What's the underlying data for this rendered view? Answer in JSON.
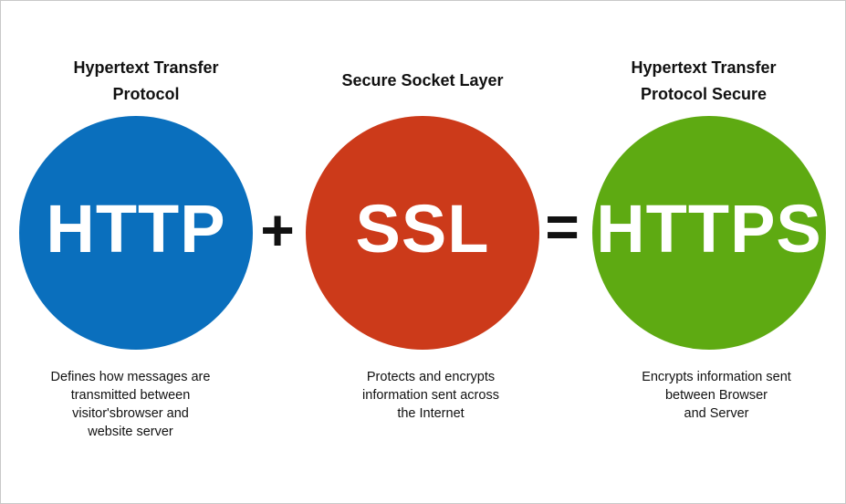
{
  "colors": {
    "http": "#0a6fbd",
    "ssl": "#cc3a1a",
    "https": "#5eaa12"
  },
  "http": {
    "heading": "Hypertext Transfer\nProtocol",
    "label": "HTTP",
    "description": "Defines how messages are\ntransmitted between\nvisitor'sbrowser and\nwebsite server"
  },
  "ssl": {
    "heading": "Secure Socket Layer",
    "label": "SSL",
    "description": "Protects and encrypts\ninformation sent across\nthe Internet"
  },
  "https": {
    "heading": "Hypertext Transfer\nProtocol Secure",
    "label": "HTTPS",
    "description": "Encrypts information sent\nbetween Browser\nand Server"
  },
  "operators": {
    "plus": "+",
    "equals": "="
  }
}
